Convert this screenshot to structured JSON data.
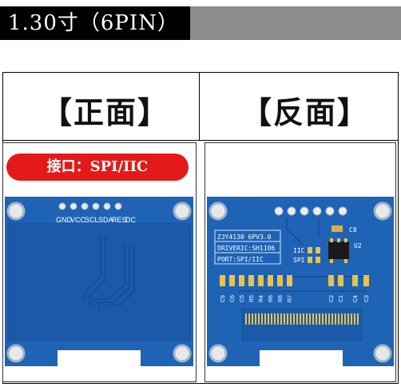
{
  "title": "1.30寸（6PIN）",
  "front_heading": "【正面】",
  "back_heading": "【反面】",
  "interface_label": "接口：SPI/IIC",
  "front_pins": [
    "GND",
    "VCC",
    "SCL",
    "SDA",
    "RES",
    "DC"
  ],
  "back_silk": {
    "line1": "ZJY4130 6PV3.0",
    "line2": "DRIVERIC:SH1106",
    "line3": "PORT:SPI/IIC",
    "iic": "IIC",
    "spi": "SPI",
    "c8": "C8",
    "u2": "U2",
    "caps": [
      "C9",
      "C6",
      "C5",
      "R5",
      "R4",
      "R6",
      "R8",
      "R7",
      "C2",
      "C1",
      "C4",
      "C3"
    ]
  },
  "colors": {
    "board": "#1f63b5",
    "board_dark": "#164f96",
    "trace": "#1a56a3",
    "hole": "#e6e6e6",
    "gold": "#e8c24a"
  }
}
